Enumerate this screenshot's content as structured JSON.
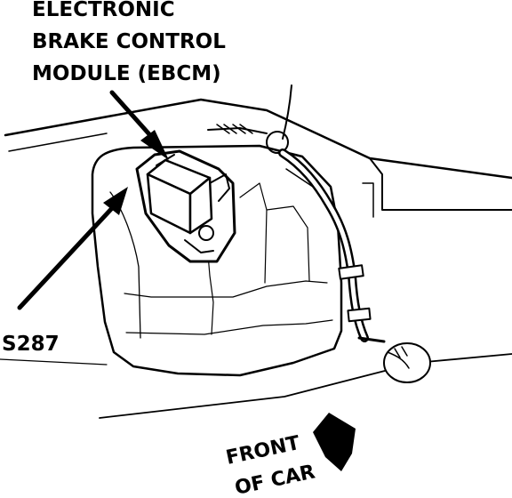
{
  "labels": {
    "module_line1": "ELECTRONIC",
    "module_line2": "BRAKE CONTROL",
    "module_line3": "MODULE (EBCM)",
    "splice": "S287",
    "direction_line1": "FRONT",
    "direction_line2": "OF CAR"
  },
  "colors": {
    "ink": "#000000",
    "paper": "#ffffff"
  }
}
